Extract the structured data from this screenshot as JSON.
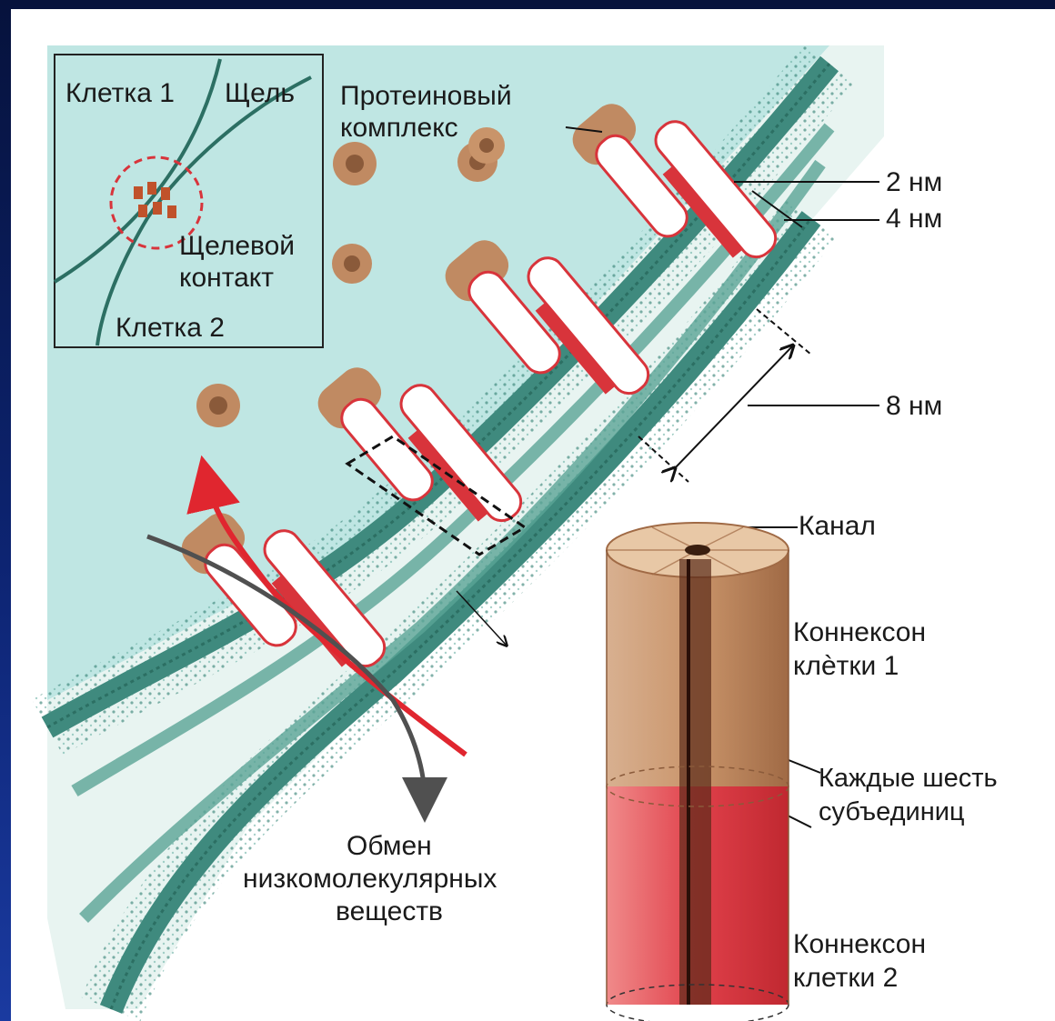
{
  "colors": {
    "frame": "#0b1b57",
    "cytoplasm": "#bfe6e3",
    "membrane": "#3f8a7e",
    "membrane_dark": "#2c6f63",
    "connexon_tan": "#c08a62",
    "connexon_red": "#d8343b",
    "flow_red": "#e0262f",
    "flow_gray": "#505050"
  },
  "inset": {
    "cell1": "Клетка 1",
    "gap": "Щель",
    "junction_line1": "Щелевой",
    "junction_line2": "контакт",
    "cell2": "Клетка 2"
  },
  "labels": {
    "protein_line1": "Протеиновый",
    "protein_line2": "комплекс",
    "nm2": "2 нм",
    "nm4": "4 нм",
    "nm8": "8 нм",
    "channel": "Канал",
    "connexon1_line1": "Коннексон",
    "connexon1_line2": "клѐтки 1",
    "six_line1": "Каждые шесть",
    "six_line2": "субъединиц",
    "connexon2_line1": "Коннексон",
    "connexon2_line2": "клетки 2",
    "exchange_line1": "Обмен",
    "exchange_line2": "низкомолекулярных",
    "exchange_line3": "веществ"
  }
}
